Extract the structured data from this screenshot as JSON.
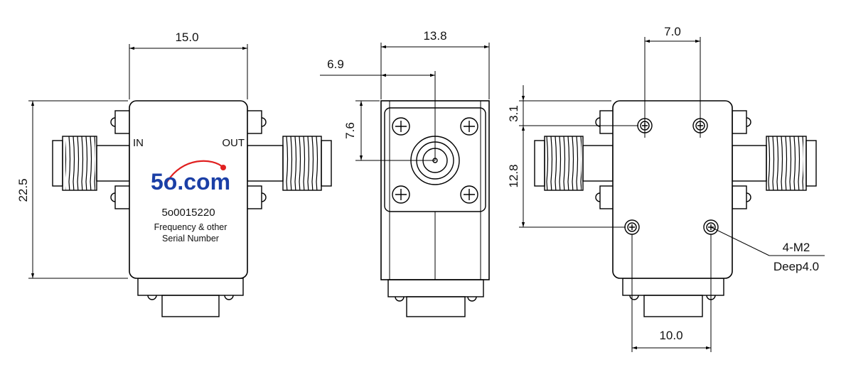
{
  "front_view": {
    "width_dim": "15.0",
    "height_dim": "22.5",
    "port_in": "IN",
    "port_out": "OUT",
    "logo": "5o.com",
    "part_number": "5o0015220",
    "note_line1": "Frequency & other",
    "note_line2": "Serial Number",
    "logo_color": "#1b3fa6",
    "logo_dot_color": "#e02020"
  },
  "side_view": {
    "width_dim": "13.8",
    "center_dim": "6.9",
    "height_dim": "7.6"
  },
  "back_view": {
    "hole_spacing_top": "7.0",
    "top_offset": "3.1",
    "hole_spacing_vertical": "12.8",
    "hole_spacing_bottom": "10.0",
    "thread_callout": "4-M2",
    "depth_callout": "Deep4.0"
  }
}
